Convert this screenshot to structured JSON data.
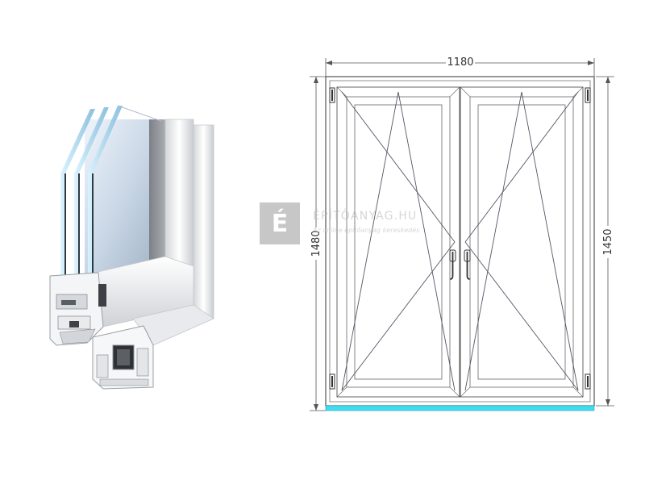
{
  "dimensions": {
    "width": "1180",
    "height_left": "1480",
    "height_right": "1450"
  },
  "watermark": {
    "logo_letter": "É",
    "name": "ÉPÍTŐANYAG.HU",
    "tagline": "Az online építőanyag kereskedés"
  },
  "colors": {
    "sill": "#3fdcf0",
    "frame_stroke": "#555555",
    "glass": "#dfe9f2"
  }
}
